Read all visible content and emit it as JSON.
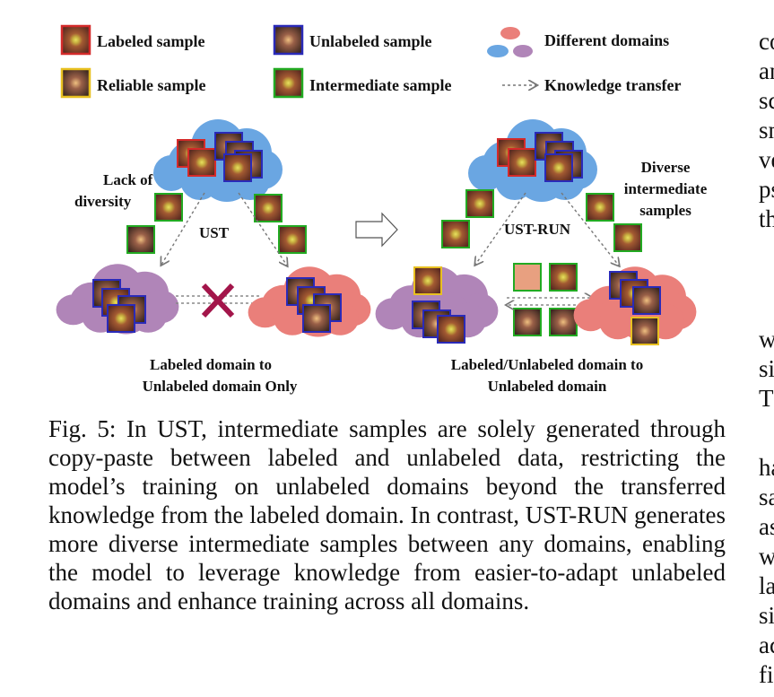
{
  "legend": {
    "labeled_sample": "Labeled sample",
    "unlabeled_sample": "Unlabeled sample",
    "different_domains": "Different domains",
    "reliable_sample": "Reliable sample",
    "intermediate_sample": "Intermediate sample",
    "knowledge_transfer": "Knowledge transfer"
  },
  "left_panel": {
    "side_label_line1": "Lack of",
    "side_label_line2": "diversity",
    "method": "UST",
    "bottom_line1": "Labeled domain to",
    "bottom_line2": "Unlabeled domain Only"
  },
  "right_panel": {
    "side_label_line1": "Diverse",
    "side_label_line2": "intermediate",
    "side_label_line3": "samples",
    "method": "UST-RUN",
    "bottom_line1": "Labeled/Unlabeled domain to",
    "bottom_line2": "Unlabeled domain"
  },
  "caption": "Fig. 5: In UST, intermediate samples are solely generated through copy-paste between labeled and unlabeled data, restricting the model’s training on unlabeled domains beyond the transferred knowledge from the labeled domain. In contrast, UST-RUN generates more diverse intermediate samples between any domains, enabling the model to leverage knowledge from easier-to-adapt unlabeled domains and enhance training across all domains.",
  "next_column_fragments": [
    "co",
    "an",
    "sc",
    "sn",
    "ve",
    "ps",
    "th",
    "w",
    "si",
    "T",
    "ha",
    "sa",
    "as",
    "w",
    "la",
    "si",
    "ac",
    "fi"
  ],
  "colors": {
    "labeled": "#d42a2a",
    "unlabeled": "#2a2ab8",
    "reliable": "#e8c020",
    "intermediate": "#22aa22",
    "cloud_blue": "#6aa6e2",
    "cloud_purple": "#b085b8",
    "cloud_red": "#ea7f7a",
    "cross": "#a3154a"
  }
}
